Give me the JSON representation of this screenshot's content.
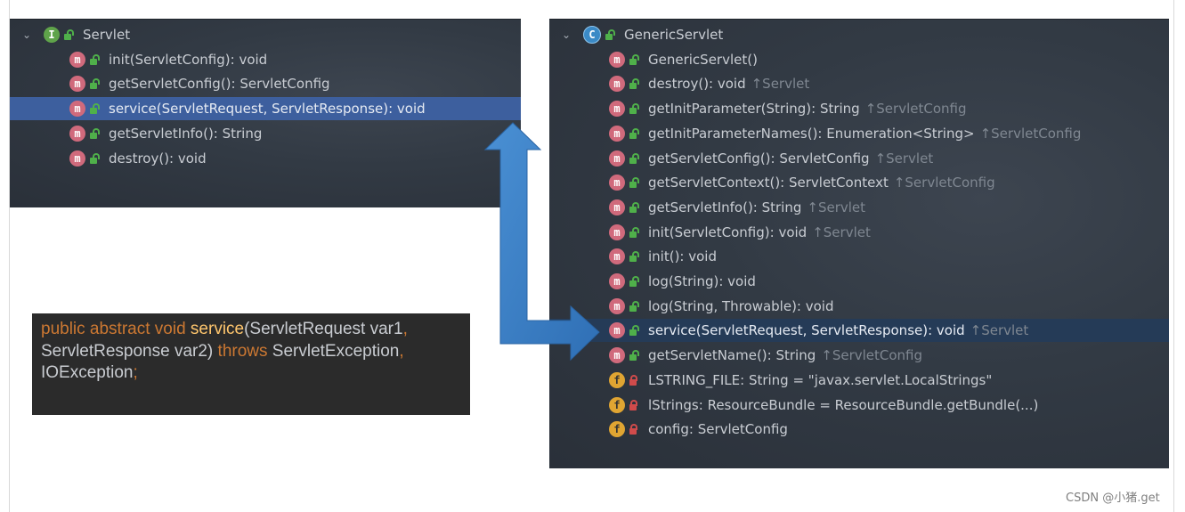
{
  "left_tree": {
    "root": {
      "name": "Servlet",
      "badge": "I"
    },
    "items": [
      {
        "badge": "m",
        "signature": "init(ServletConfig): void"
      },
      {
        "badge": "m",
        "signature": "getServletConfig(): ServletConfig"
      },
      {
        "badge": "m",
        "signature": "service(ServletRequest, ServletResponse): void",
        "selected": true
      },
      {
        "badge": "m",
        "signature": "getServletInfo(): String"
      },
      {
        "badge": "m",
        "signature": "destroy(): void"
      }
    ]
  },
  "right_tree": {
    "root": {
      "name": "GenericServlet",
      "badge": "C"
    },
    "items": [
      {
        "badge": "m",
        "signature": "GenericServlet()",
        "inherit": ""
      },
      {
        "badge": "m",
        "signature": "destroy(): void",
        "inherit": "↑Servlet"
      },
      {
        "badge": "m",
        "signature": "getInitParameter(String): String",
        "inherit": "↑ServletConfig"
      },
      {
        "badge": "m",
        "signature": "getInitParameterNames(): Enumeration<String>",
        "inherit": "↑ServletConfig"
      },
      {
        "badge": "m",
        "signature": "getServletConfig(): ServletConfig",
        "inherit": "↑Servlet"
      },
      {
        "badge": "m",
        "signature": "getServletContext(): ServletContext",
        "inherit": "↑ServletConfig"
      },
      {
        "badge": "m",
        "signature": "getServletInfo(): String",
        "inherit": "↑Servlet"
      },
      {
        "badge": "m",
        "signature": "init(ServletConfig): void",
        "inherit": "↑Servlet"
      },
      {
        "badge": "m",
        "signature": "init(): void",
        "inherit": ""
      },
      {
        "badge": "m",
        "signature": "log(String): void",
        "inherit": ""
      },
      {
        "badge": "m",
        "signature": "log(String, Throwable): void",
        "inherit": ""
      },
      {
        "badge": "m",
        "signature": "service(ServletRequest, ServletResponse): void",
        "inherit": "↑Servlet",
        "selected": true
      },
      {
        "badge": "m",
        "signature": "getServletName(): String",
        "inherit": "↑ServletConfig"
      },
      {
        "badge": "f",
        "signature": "LSTRING_FILE: String = \"javax.servlet.LocalStrings\"",
        "inherit": "",
        "private": true
      },
      {
        "badge": "f",
        "signature": "lStrings: ResourceBundle = ResourceBundle.getBundle(...)",
        "inherit": "",
        "private": true
      },
      {
        "badge": "f",
        "signature": "config: ServletConfig",
        "inherit": "",
        "private": true
      }
    ]
  },
  "code": {
    "tokens": [
      {
        "t": "public abstract void ",
        "c": "kw"
      },
      {
        "t": "service",
        "c": "fn"
      },
      {
        "t": "(ServletRequest var1",
        "c": ""
      },
      {
        "t": ",",
        "c": "kw"
      },
      {
        "t": " ServletResponse var2) ",
        "c": ""
      },
      {
        "t": "throws ",
        "c": "kw"
      },
      {
        "t": "ServletException",
        "c": ""
      },
      {
        "t": ",",
        "c": "kw"
      },
      {
        "t": " IOException",
        "c": ""
      },
      {
        "t": ";",
        "c": "kw"
      }
    ]
  },
  "colors": {
    "keyword": "#cc7832",
    "method_name": "#ffc66d",
    "selection": "#3d5f9e",
    "arrow": "#3a80c8"
  },
  "watermark": "CSDN @小猪.get"
}
